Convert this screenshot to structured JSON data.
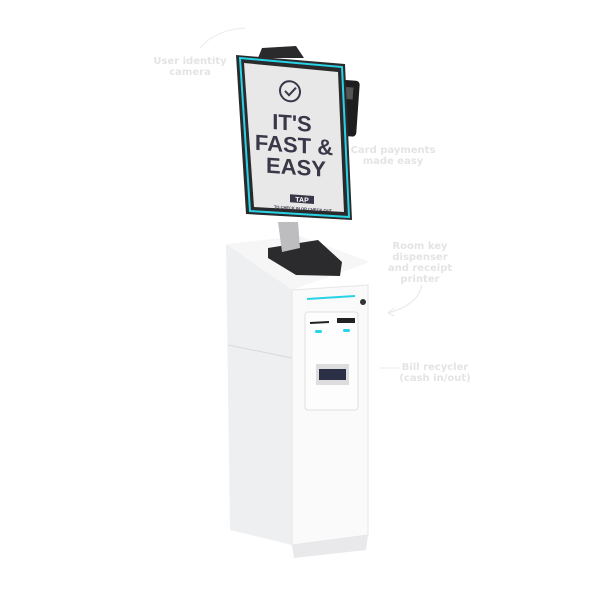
{
  "screen": {
    "headline_1": "IT'S",
    "headline_2": "FAST &",
    "headline_3": "EASY",
    "tap_button": "TAP",
    "tap_caption": "TO CHECK IN OR CHECK OUT"
  },
  "callouts": {
    "camera": [
      "User identity",
      "camera"
    ],
    "card": [
      "Card payments",
      "made easy"
    ],
    "dispenser": [
      "Room key",
      "dispenser",
      "and receipt",
      "printer"
    ],
    "bill": [
      "Bill recycler",
      "(cash in/out)"
    ]
  },
  "colors": {
    "accent": "#29d3e6",
    "screen_text": "#3a3848",
    "bezel": "#2a2a2c"
  }
}
